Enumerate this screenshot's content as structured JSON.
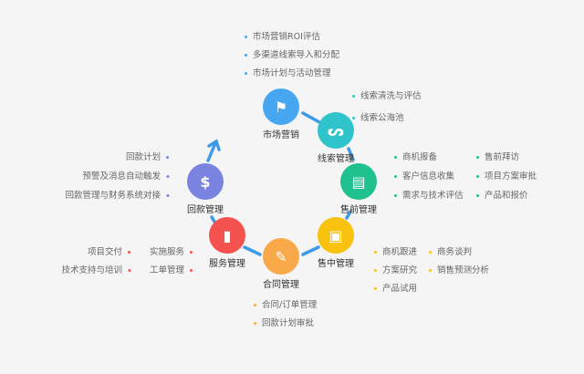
{
  "nodes": [
    {
      "label": "市场营销",
      "icon": "flag-icon",
      "color": "#46a6f0"
    },
    {
      "label": "线索管理",
      "icon": "link-icon",
      "color": "#2fc4cc"
    },
    {
      "label": "售前管理",
      "icon": "document-clock-icon",
      "color": "#1fc18f"
    },
    {
      "label": "售中管理",
      "icon": "bookmark-box-icon",
      "color": "#f8c20f"
    },
    {
      "label": "合同管理",
      "icon": "contract-star-icon",
      "color": "#f9a84a"
    },
    {
      "label": "服务管理",
      "icon": "book-icon",
      "color": "#f3524f"
    },
    {
      "label": "回款管理",
      "icon": "dollar-cycle-icon",
      "color": "#7a83df"
    }
  ],
  "lists": {
    "marketing": [
      "市场营销ROI评估",
      "多渠道线索导入和分配",
      "市场计划与活动管理"
    ],
    "leads": [
      "线索清洗与评估",
      "线索公海池"
    ],
    "presales_col1": [
      "商机报备",
      "客户信息收集",
      "需求与技术评估"
    ],
    "presales_col2": [
      "售前拜访",
      "项目方案审批",
      "产品和报价"
    ],
    "insales_col1": [
      "商机跟进",
      "方案研究",
      "产品试用"
    ],
    "insales_col2": [
      "商务谈判",
      "销售预测分析"
    ],
    "contract": [
      "合同/订单管理",
      "回款计划审批"
    ],
    "service_col1": [
      "项目交付",
      "技术支持与培训"
    ],
    "service_col2": [
      "实施服务",
      "工单管理"
    ],
    "payment": [
      "回款计划",
      "预警及消息自动触发",
      "回款管理与财务系统对接"
    ]
  },
  "line_color": "#3d9ae8"
}
